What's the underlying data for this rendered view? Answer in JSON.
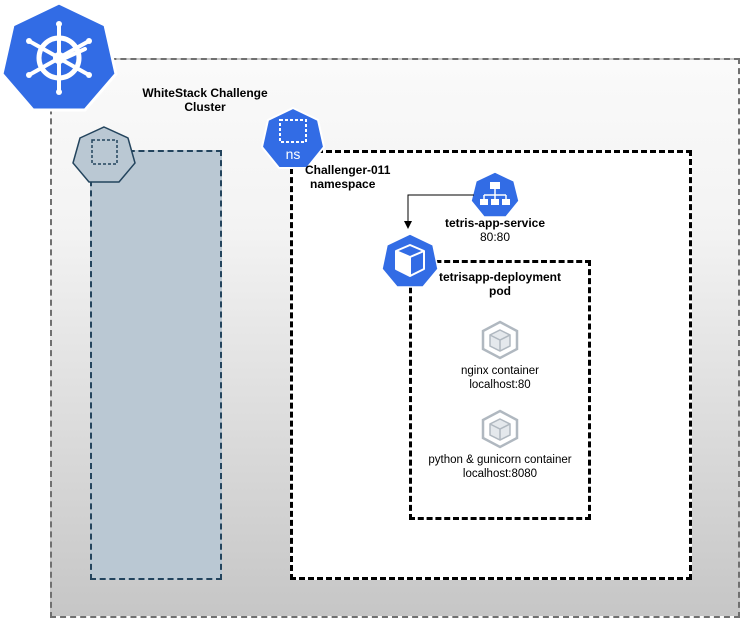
{
  "cluster": {
    "title_line1": "WhiteStack Challenge",
    "title_line2": "Cluster"
  },
  "namespace": {
    "title_line1": "Challenger-011",
    "title_line2": "namespace",
    "badge": "ns"
  },
  "service": {
    "title": "tetris-app-service",
    "port": "80:80"
  },
  "deployment": {
    "title": "tetrisapp-deployment",
    "subtitle": "pod"
  },
  "containers": [
    {
      "name": "nginx container",
      "address": "localhost:80"
    },
    {
      "name": "python & gunicorn container",
      "address": "localhost:8080"
    }
  ],
  "colors": {
    "kubernetes_blue": "#326ce5",
    "node_fill": "#bac8d3",
    "node_border": "#23445d",
    "container_icon": "#b0b8c0"
  }
}
